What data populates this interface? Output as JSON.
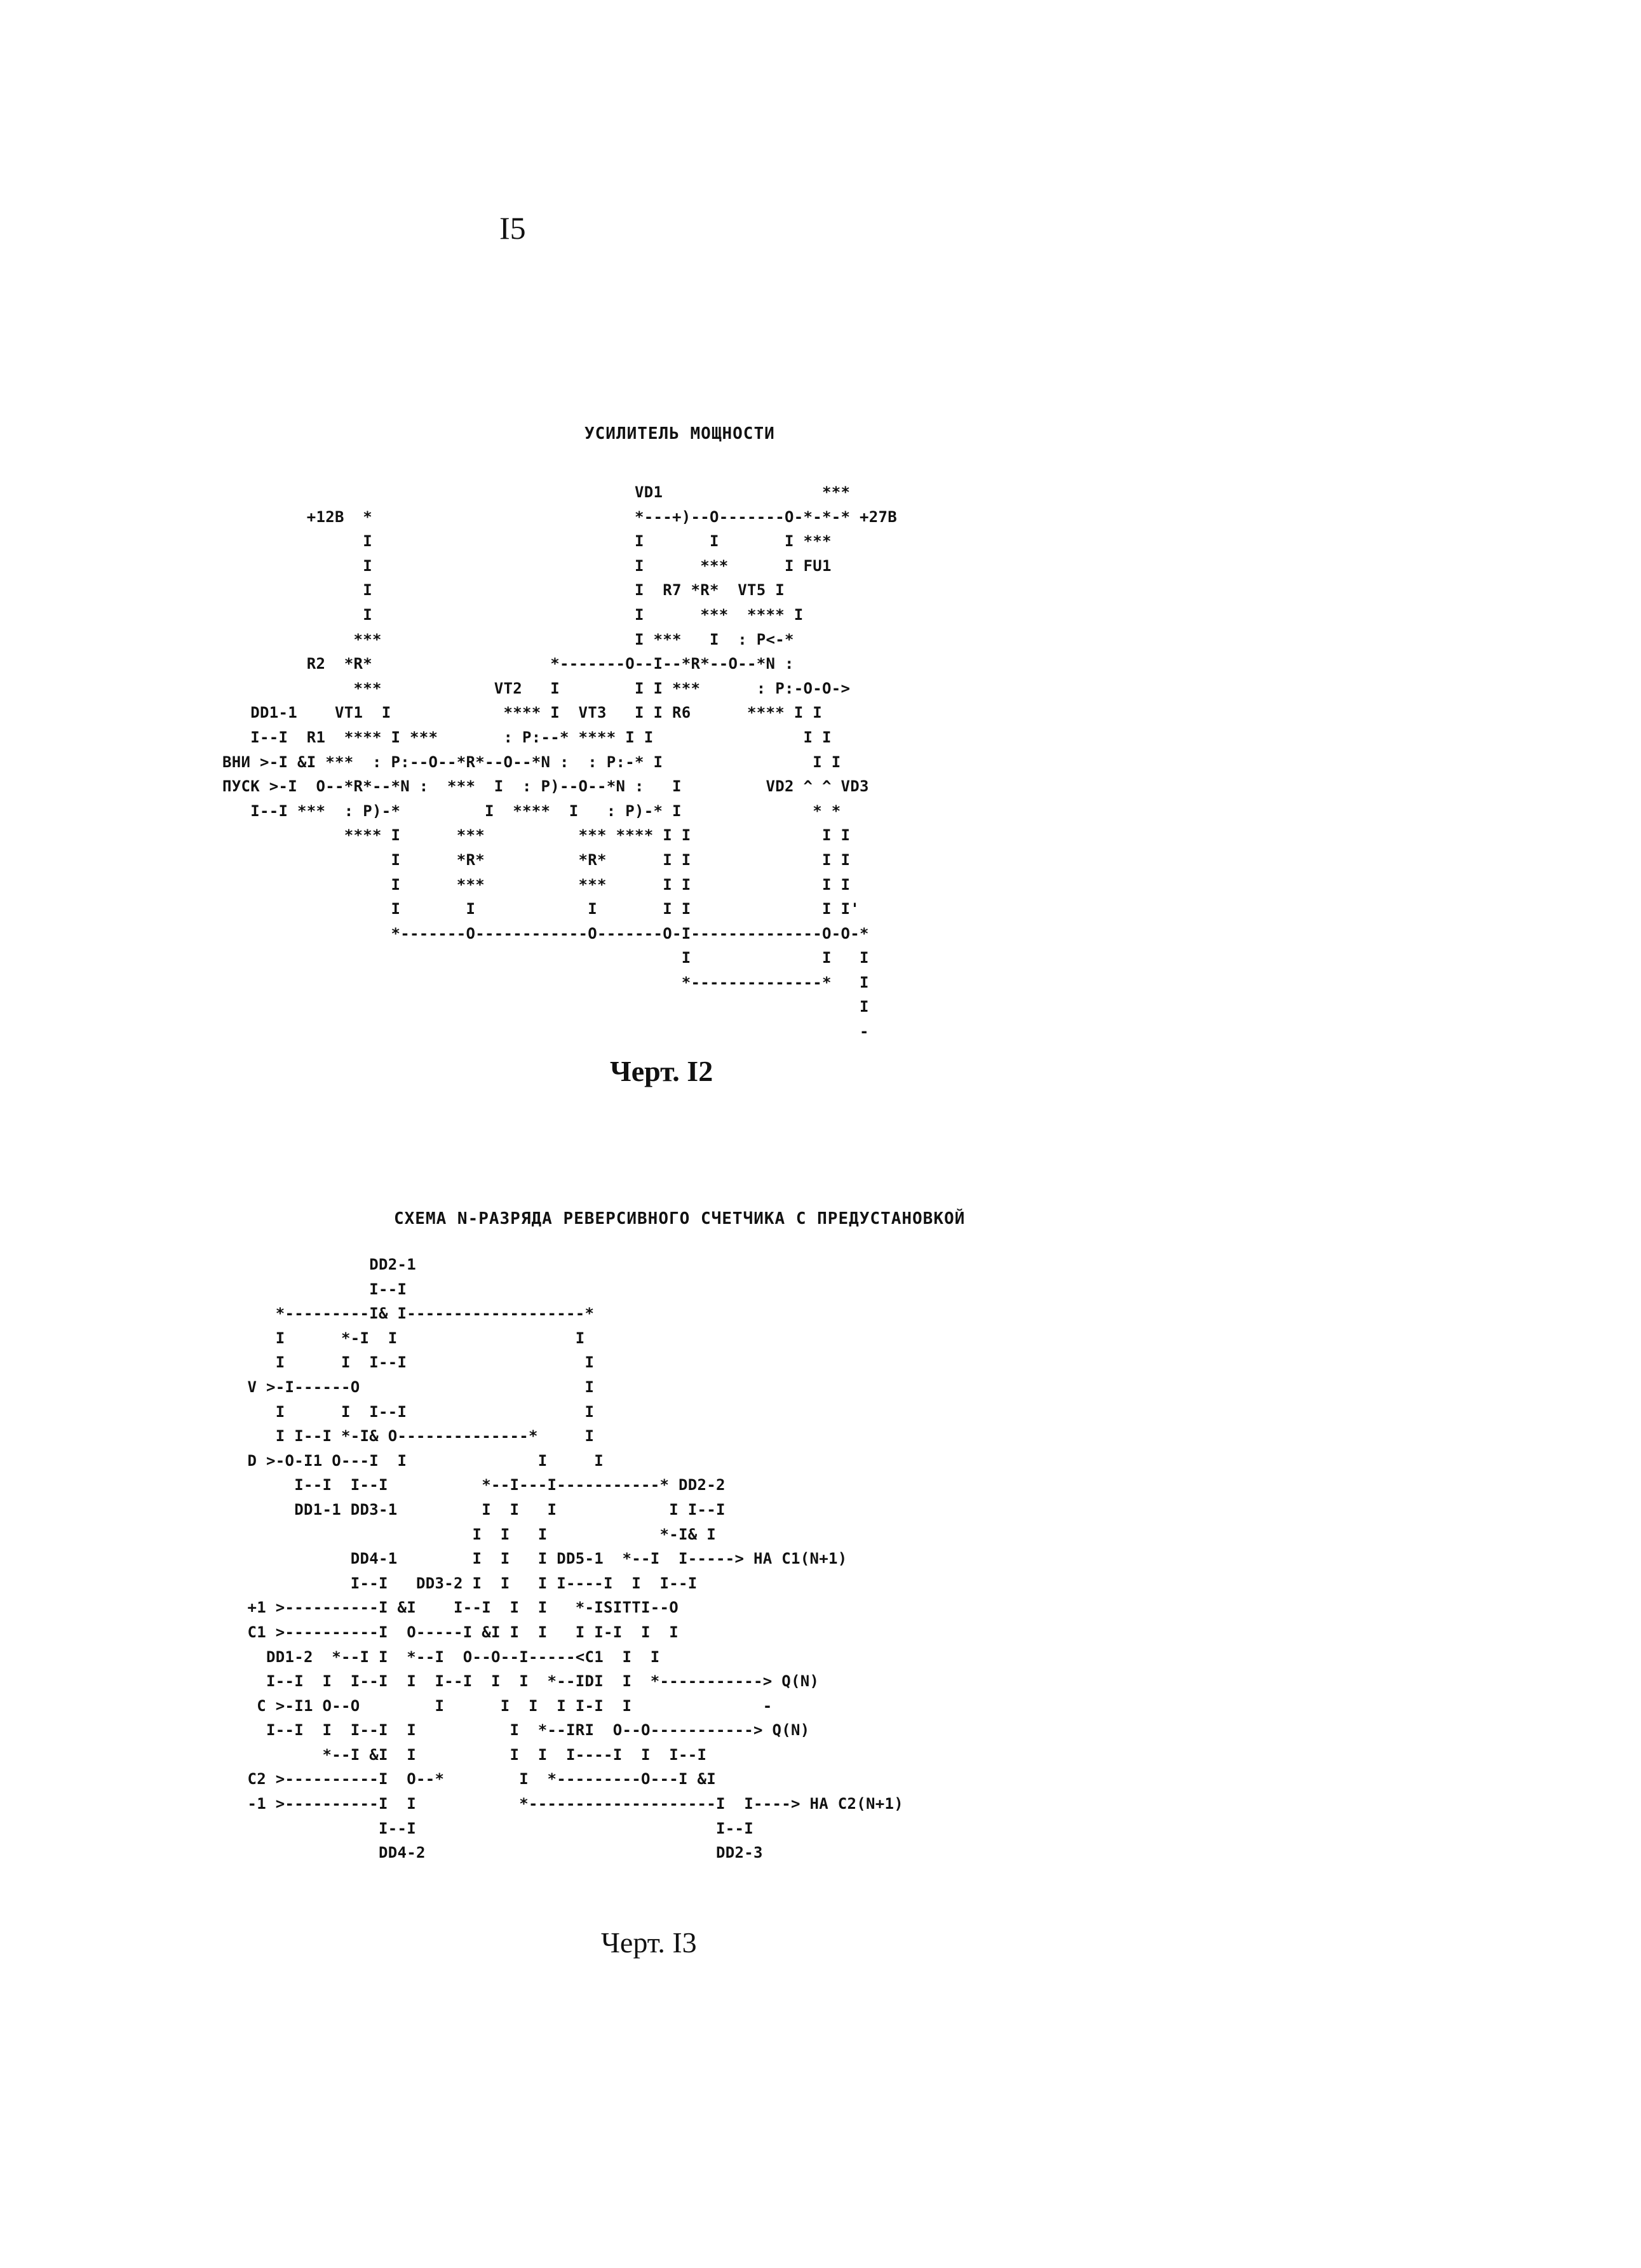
{
  "page": {
    "number": "I5"
  },
  "figure12": {
    "heading": "УСИЛИТЕЛЬ МОЩНОСТИ",
    "caption": "Черт. I2",
    "schematic": [
      "                                            VD1                 ***",
      "         +12В  *                            *---+)--O-------O-*-*-* +27В",
      "               I                            I       I       I ***",
      "               I                            I      ***      I FU1",
      "               I                            I  R7 *R*  VT5 I",
      "               I                            I      ***  **** I",
      "              ***                           I ***   I  : P<-*",
      "         R2  *R*                   *-------O--I--*R*--O--*N :",
      "              ***            VT2   I        I I ***      : P:-O-O->",
      "   DD1-1    VT1  I            **** I  VT3   I I R6      **** I I",
      "   I--I  R1  **** I ***       : P:--* **** I I                I I",
      "ВНИ >-I &I ***  : P:--O--*R*--O--*N :  : P:-* I                I I",
      "ПУСК >-I  O--*R*--*N :  ***  I  : P)--O--*N :   I         VD2 ^ ^ VD3",
      "   I--I ***  : P)-*         I  ****  I   : P)-* I              * *",
      "             **** I      ***          *** **** I I              I I",
      "                  I      *R*          *R*      I I              I I",
      "                  I      ***          ***      I I              I I",
      "                  I       I            I       I I              I I'",
      "                  *-------O------------O-------O-I--------------O-O-*",
      "                                                 I              I   I",
      "                                                 *--------------*   I",
      "                                                                    I",
      "                                                                    -"
    ]
  },
  "figure13": {
    "heading": "СХЕМА N-РАЗРЯДА РЕВЕРСИВНОГО СЧЕТЧИКА С ПРЕДУСТАНОВКОЙ",
    "caption": "Черт. I3",
    "schematic": [
      "               DD2-1",
      "               I--I",
      "     *---------I& I-------------------*",
      "     I      *-I  I                   I",
      "     I      I  I--I                   I",
      "  V >-I------O                        I",
      "     I      I  I--I                   I",
      "     I I--I *-I& O--------------*     I",
      "  D >-O-I1 O---I  I              I     I",
      "       I--I  I--I          *--I---I-----------* DD2-2",
      "       DD1-1 DD3-1         I  I   I            I I--I",
      "                          I  I   I            *-I& I",
      "             DD4-1        I  I   I DD5-1  *--I  I-----> НА C1(N+1)",
      "             I--I   DD3-2 I  I   I I----I  I  I--I",
      "  +1 >----------I &I    I--I  I  I   *-ISITTI--O",
      "  C1 >----------I  O-----I &I I  I   I I-I  I  I",
      "    DD1-2  *--I I  *--I  O--O--I-----<C1  I  I",
      "    I--I  I  I--I  I  I--I  I  I  *--IDI  I  *-----------> Q(N)",
      "   C >-I1 O--O        I      I  I  I I-I  I              -",
      "    I--I  I  I--I  I          I  *--IRI  O--O-----------> Q(N)",
      "          *--I &I  I          I  I  I----I  I  I--I",
      "  C2 >----------I  O--*        I  *---------O---I &I",
      "  -1 >----------I  I           *--------------------I  I----> НА C2(N+1)",
      "                I--I                                I--I",
      "                DD4-2                               DD2-3"
    ]
  }
}
